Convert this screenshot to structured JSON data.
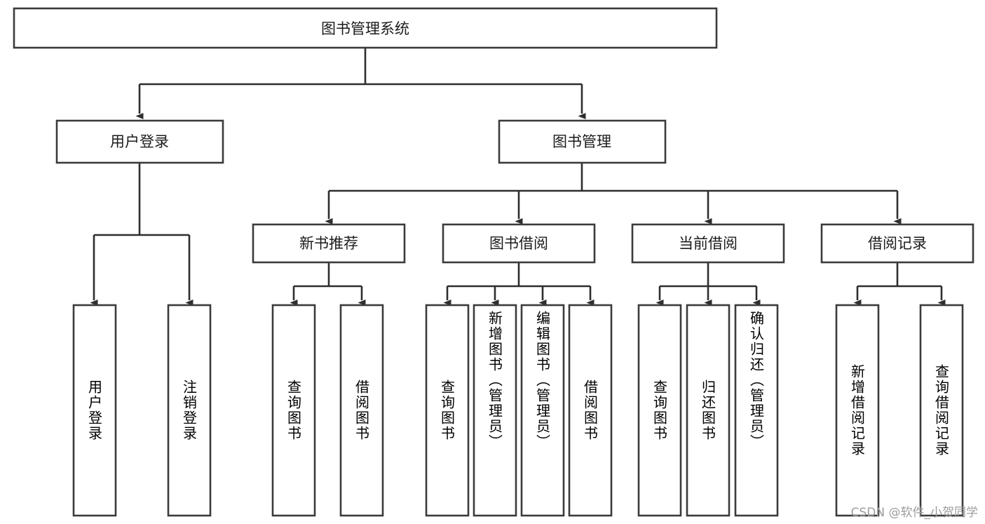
{
  "diagram": {
    "type": "tree-hierarchy",
    "title": "图书管理系统",
    "watermark": "CSDN @软件_小贺同学",
    "colors": {
      "background": "#ffffff",
      "box_fill": "#ffffff",
      "box_stroke": "#3b3b3b",
      "edge_stroke": "#2e2e2e",
      "text": "#1b1b1b",
      "watermark": "#9d9d9d"
    },
    "root": {
      "label": "图书管理系统",
      "orientation": "horizontal"
    },
    "level2": [
      {
        "id": "user-login",
        "label": "用户登录",
        "orientation": "horizontal"
      },
      {
        "id": "book-manage",
        "label": "图书管理",
        "orientation": "horizontal"
      }
    ],
    "level3": [
      {
        "id": "new-book-recommend",
        "label": "新书推荐",
        "orientation": "horizontal",
        "parent": "book-manage"
      },
      {
        "id": "book-borrow",
        "label": "图书借阅",
        "orientation": "horizontal",
        "parent": "book-manage"
      },
      {
        "id": "current-borrow",
        "label": "当前借阅",
        "orientation": "horizontal",
        "parent": "book-manage"
      },
      {
        "id": "borrow-record",
        "label": "借阅记录",
        "orientation": "horizontal",
        "parent": "book-manage"
      }
    ],
    "leaves": [
      {
        "id": "leaf-user-login",
        "label": "用户登录",
        "orientation": "vertical",
        "parent": "user-login"
      },
      {
        "id": "leaf-logout",
        "label": "注销登录",
        "orientation": "vertical",
        "parent": "user-login"
      },
      {
        "id": "leaf-query-book-1",
        "label": "查询图书",
        "orientation": "vertical",
        "parent": "new-book-recommend"
      },
      {
        "id": "leaf-borrow-book-1",
        "label": "借阅图书",
        "orientation": "vertical",
        "parent": "new-book-recommend"
      },
      {
        "id": "leaf-query-book-2",
        "label": "查询图书",
        "orientation": "vertical",
        "parent": "book-borrow"
      },
      {
        "id": "leaf-add-book",
        "label": "新增图书（管理员）",
        "orientation": "vertical",
        "parent": "book-borrow"
      },
      {
        "id": "leaf-edit-book",
        "label": "编辑图书（管理员）",
        "orientation": "vertical",
        "parent": "book-borrow"
      },
      {
        "id": "leaf-borrow-book-2",
        "label": "借阅图书",
        "orientation": "vertical",
        "parent": "book-borrow"
      },
      {
        "id": "leaf-query-book-3",
        "label": "查询图书",
        "orientation": "vertical",
        "parent": "current-borrow"
      },
      {
        "id": "leaf-return-book",
        "label": "归还图书",
        "orientation": "vertical",
        "parent": "current-borrow"
      },
      {
        "id": "leaf-confirm-return",
        "label": "确认归还（管理员）",
        "orientation": "vertical",
        "parent": "current-borrow"
      },
      {
        "id": "leaf-add-record",
        "label": "新增借阅记录",
        "orientation": "vertical",
        "parent": "borrow-record"
      },
      {
        "id": "leaf-query-record",
        "label": "查询借阅记录",
        "orientation": "vertical",
        "parent": "borrow-record"
      }
    ]
  }
}
